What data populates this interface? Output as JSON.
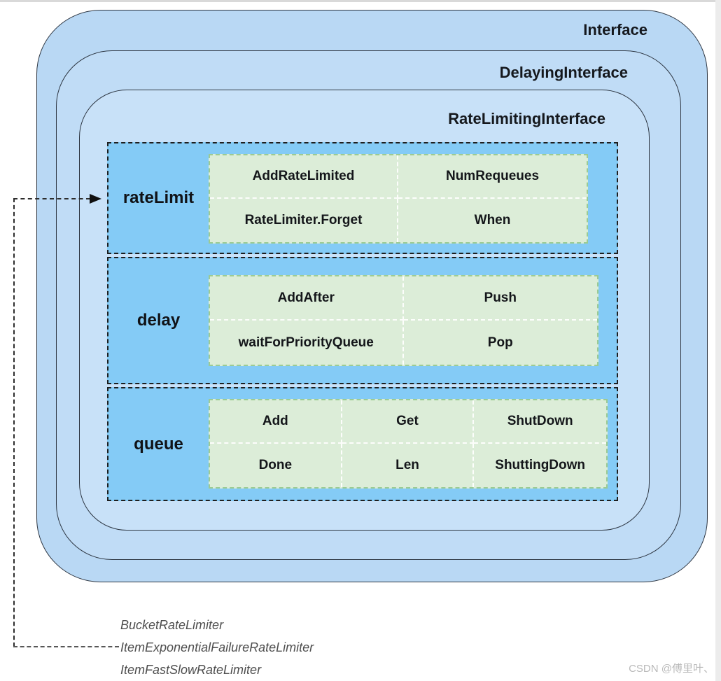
{
  "page": {
    "watermark": "CSDN @傅里叶、"
  },
  "diagram": {
    "rings": [
      {
        "label": "Interface"
      },
      {
        "label": "DelayingInterface"
      },
      {
        "label": "RateLimitingInterface"
      }
    ],
    "rows": [
      {
        "label": "rateLimit",
        "cells": [
          "AddRateLimited",
          "NumRequeues",
          "RateLimiter.Forget",
          "When"
        ]
      },
      {
        "label": "delay",
        "cells": [
          "AddAfter",
          "Push",
          "waitForPriorityQueue",
          "Pop"
        ]
      },
      {
        "label": "queue",
        "cells": [
          "Add",
          "Get",
          "ShutDown",
          "Done",
          "Len",
          "ShuttingDown"
        ]
      }
    ],
    "rate_limiter_implementations": [
      "BucketRateLimiter",
      "ItemExponentialFailureRateLimiter",
      "ItemFastSlowRateLimiter"
    ]
  },
  "colors": {
    "ring_outer_bg": "#b9d8f4",
    "ring_middle_bg": "#c0dcf6",
    "ring_inner_bg": "#c8e1f8",
    "row_bg": "#84cbf6",
    "cell_bg": "#dcedd8",
    "cell_border": "#9ccb93",
    "connector": "#2d2d2d"
  }
}
